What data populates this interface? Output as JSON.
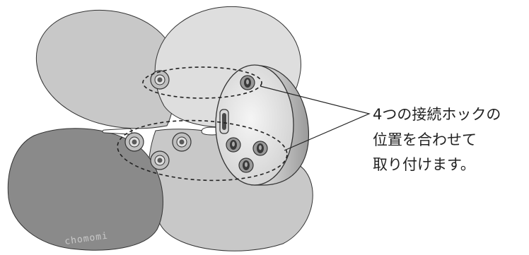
{
  "colors": {
    "pad_light": "#c8c8c8",
    "pad_dark": "#8a8a8a",
    "pad_upper_right": "#dedede",
    "device_face": "#ececec",
    "outline": "#333333",
    "snap_outer": "#bfbfbf",
    "snap_inner": "#5a5a5a"
  },
  "brand_logo": "chomomi",
  "callout": {
    "lines": [
      "4つの接続ホックの",
      "位置を合わせて",
      "取り付けます。"
    ]
  }
}
